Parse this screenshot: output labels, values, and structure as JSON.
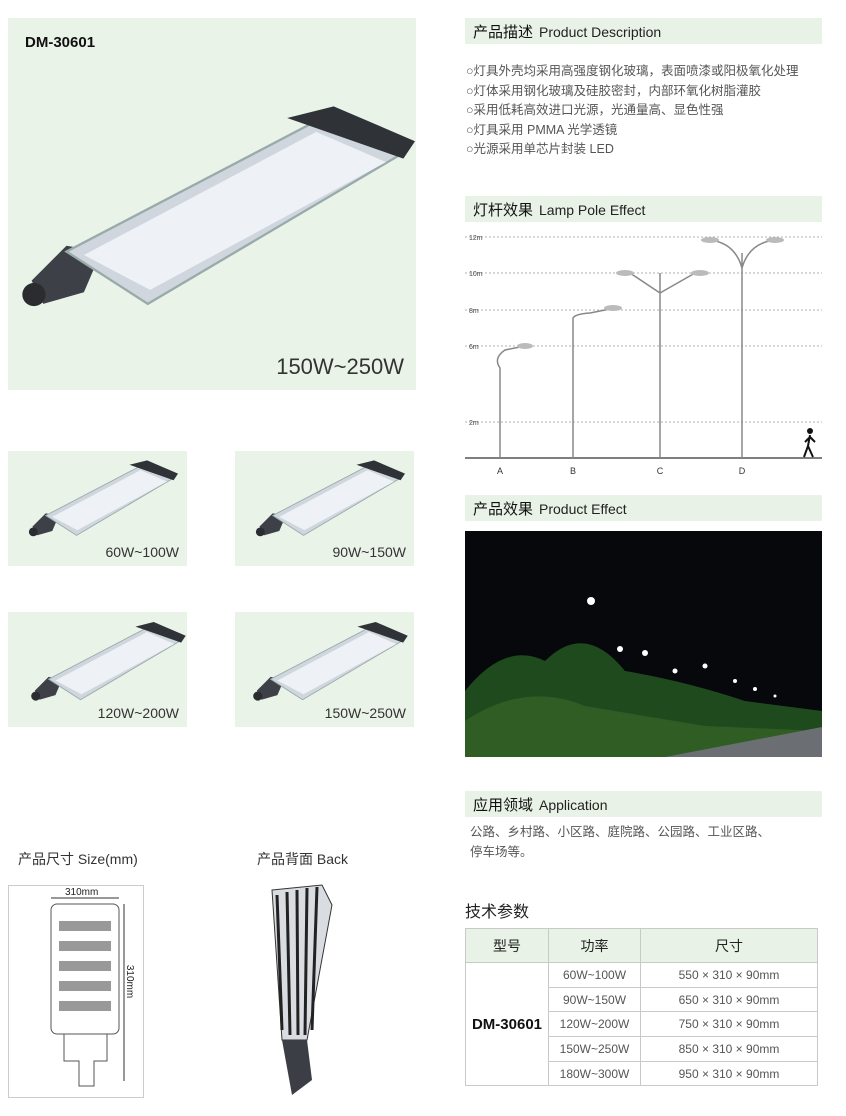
{
  "hero": {
    "model": "DM-30601",
    "wattage": "150W~250W"
  },
  "variants": [
    {
      "label": "60W~100W"
    },
    {
      "label": "90W~150W"
    },
    {
      "label": "120W~200W"
    },
    {
      "label": "150W~250W"
    }
  ],
  "sections": {
    "description": {
      "cn": "产品描述",
      "en": "Product Description",
      "items": [
        "○灯具外壳均采用高强度钢化玻璃，表面喷漆或阳极氧化处理",
        "○灯体采用钢化玻璃及硅胶密封，内部环氧化树脂灌胶",
        "○采用低耗高效进口光源，光通量高、显色性强",
        "○灯具采用 PMMA 光学透镜",
        "○光源采用单芯片封装 LED"
      ]
    },
    "pole": {
      "cn": "灯杆效果",
      "en": "Lamp Pole Effect",
      "heights": [
        "12m",
        "10m",
        "8m",
        "6m",
        "2m"
      ],
      "poles": [
        "A",
        "B",
        "C",
        "D"
      ]
    },
    "effect": {
      "cn": "产品效果",
      "en": "Product Effect"
    },
    "application": {
      "cn": "应用领域",
      "en": "Application",
      "lines": [
        "公路、乡村路、小区路、庭院路、公园路、工业区路、",
        "停车场等。"
      ]
    }
  },
  "size": {
    "title": "产品尺寸 Size(mm)",
    "width": "310mm",
    "height": "310mm"
  },
  "back": {
    "title": "产品背面 Back"
  },
  "specs": {
    "title": "技术参数",
    "headers": [
      "型号",
      "功率",
      "尺寸"
    ],
    "model": "DM-30601",
    "rows": [
      [
        "60W~100W",
        "550 × 310 × 90mm"
      ],
      [
        "90W~150W",
        "650 × 310 × 90mm"
      ],
      [
        "120W~200W",
        "750 × 310 × 90mm"
      ],
      [
        "150W~250W",
        "850 × 310 × 90mm"
      ],
      [
        "180W~300W",
        "950 × 310 × 90mm"
      ]
    ]
  }
}
